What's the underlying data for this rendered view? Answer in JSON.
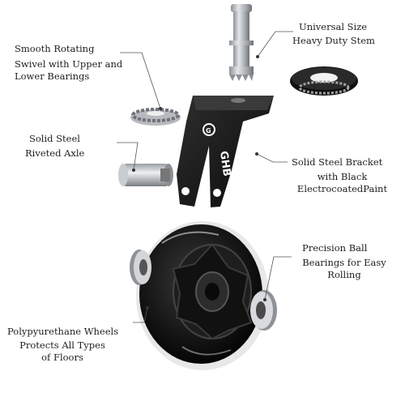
{
  "labels": {
    "stem": {
      "title": "Universal Size",
      "subtitle": "Heavy Duty Stem"
    },
    "bearing_top": {
      "title": "Smooth Rotating",
      "subtitle": "Swivel with Upper and Lower Bearings"
    },
    "axle": {
      "title": "Solid Steel",
      "subtitle": "Riveted Axle"
    },
    "bracket": {
      "title": "Solid Steel Bracket",
      "subtitle": "with Black ElectrocoatedPaint"
    },
    "ball": {
      "title": "Precision Ball",
      "subtitle": "Bearings for Easy Rolling"
    },
    "wheel": {
      "title": "Polypyurethane Wheels",
      "subtitle": "Protects All Types of Floors"
    }
  },
  "brand": {
    "logo_text": "GHB"
  },
  "colors": {
    "steel": "#b9bcc0",
    "steel_dark": "#7c8086",
    "bracket": "#1a1a1a",
    "wheel": "#0e0e0e",
    "leader": "#555555"
  }
}
